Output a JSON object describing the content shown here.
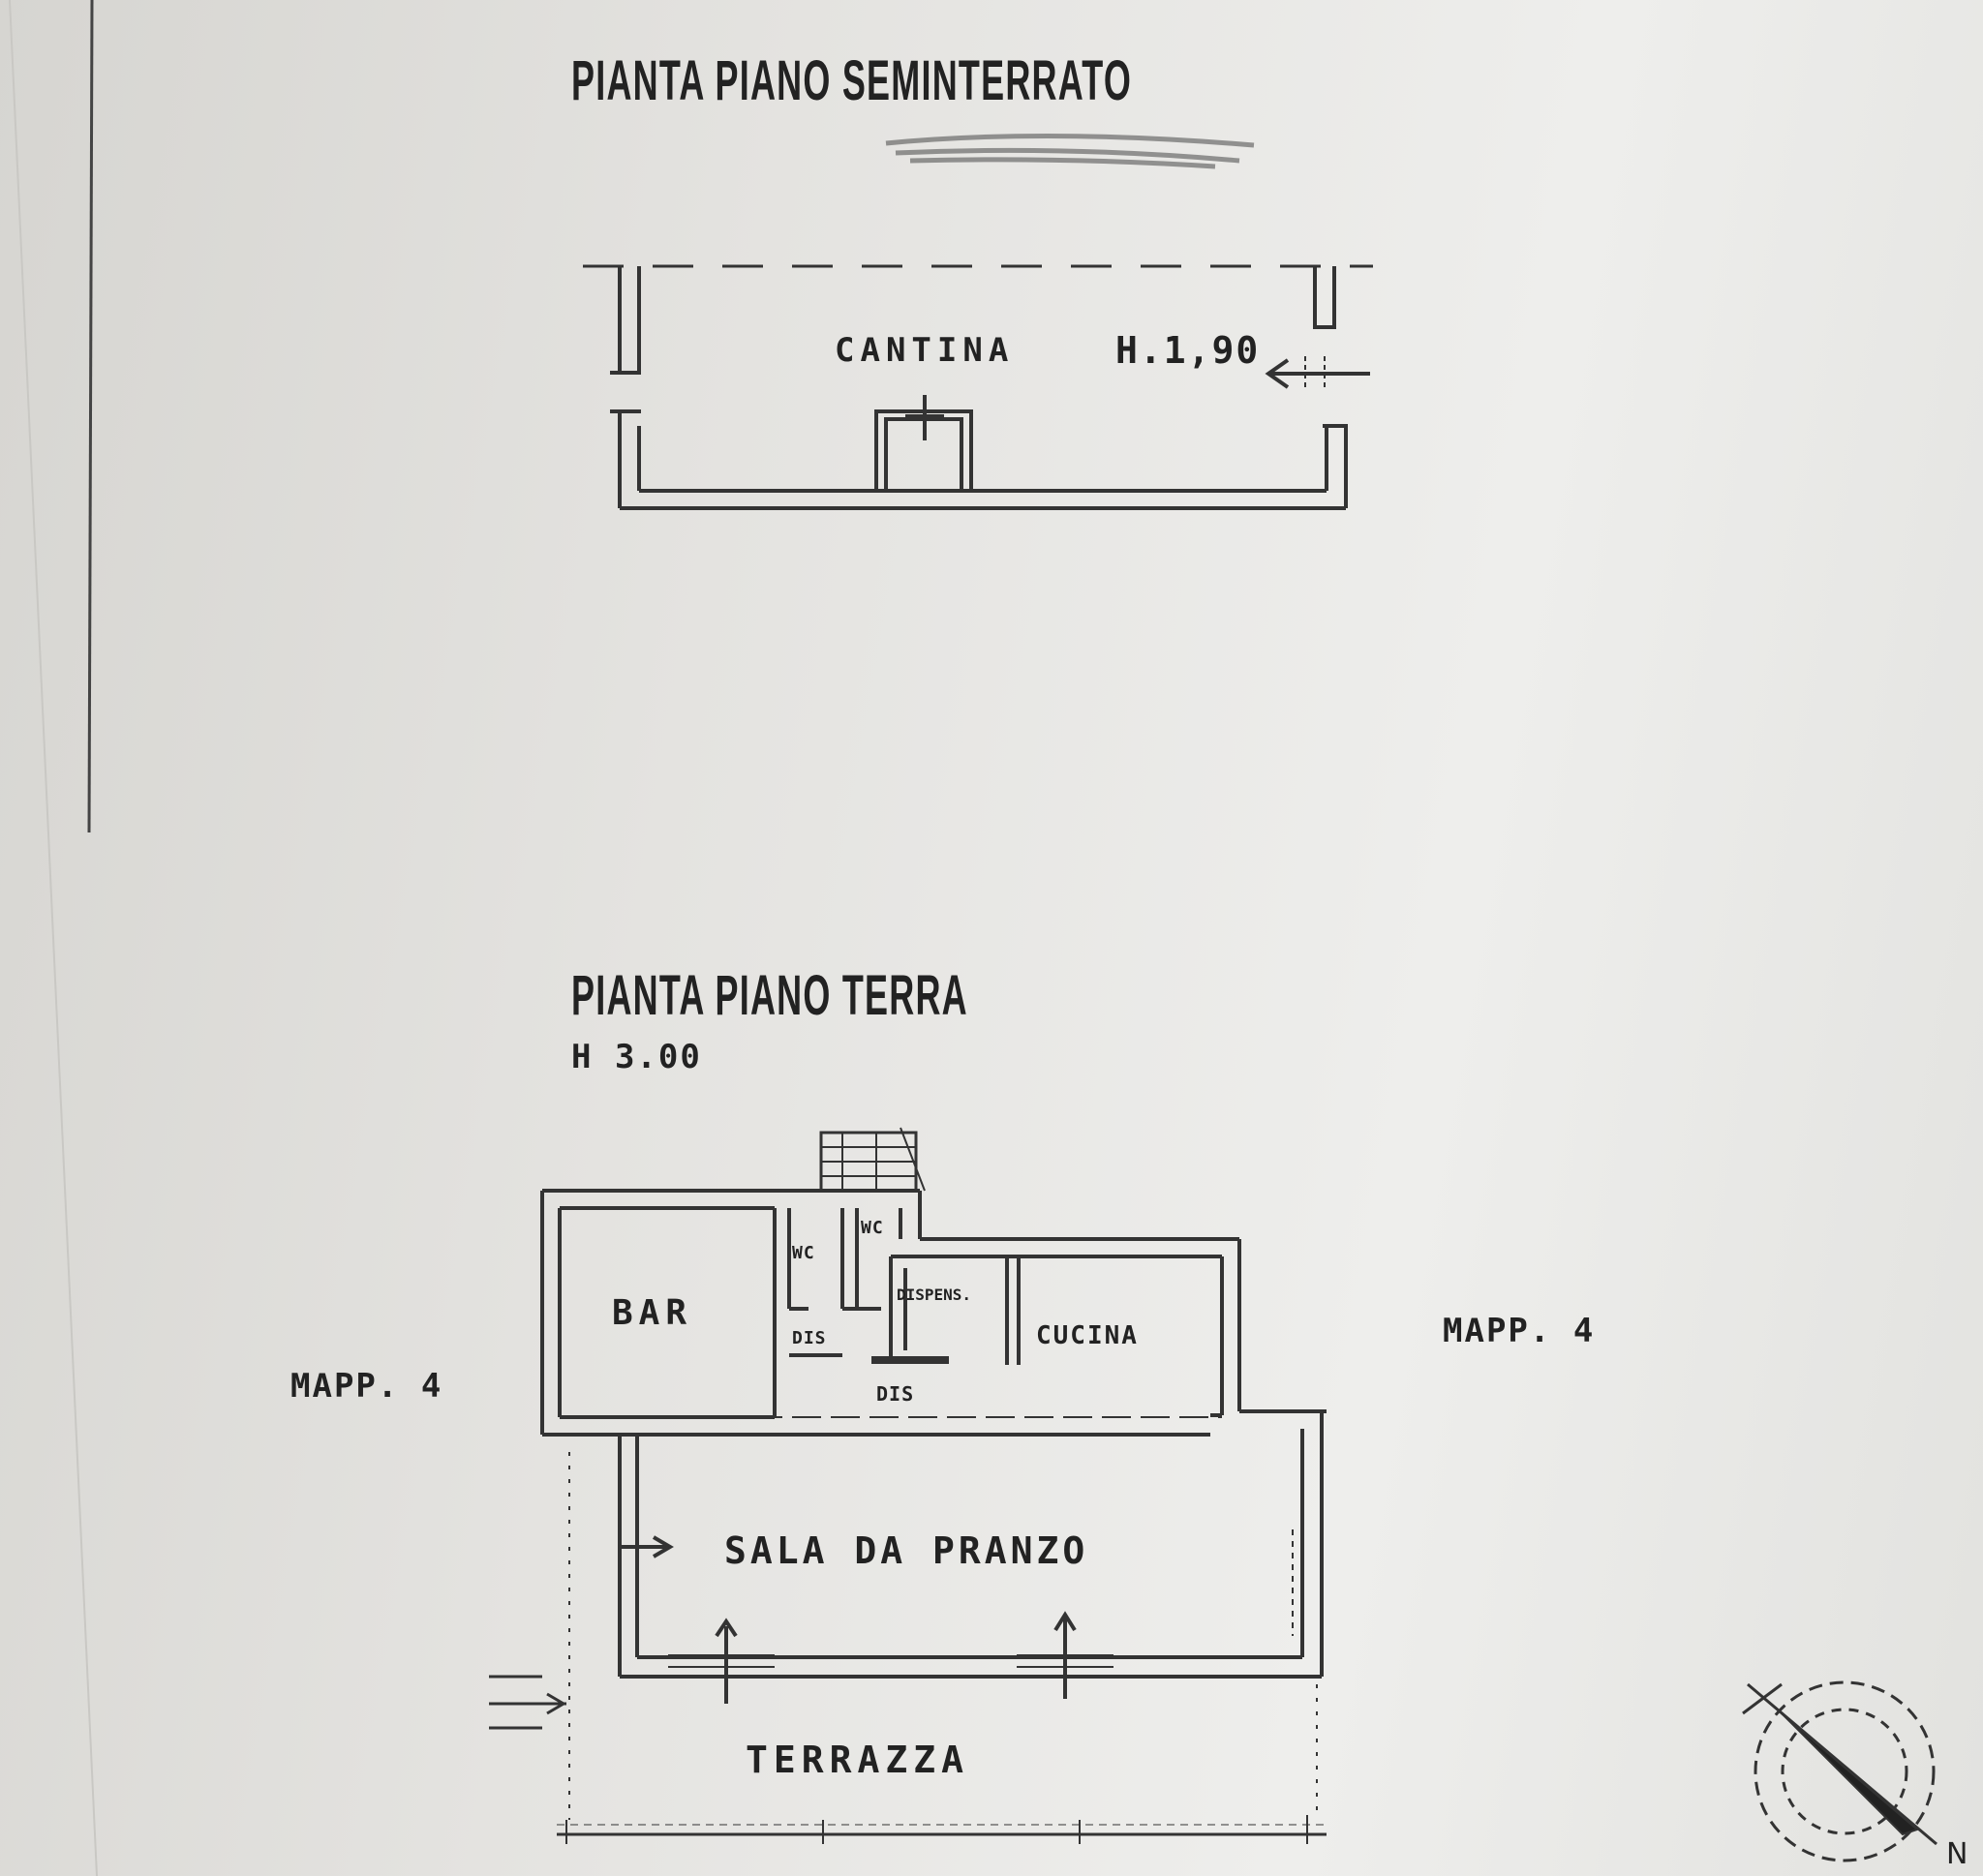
{
  "basement": {
    "title": "PIANTA PIANO SEMINTERRATO",
    "room": "CANTINA",
    "height": "H.1,90"
  },
  "ground": {
    "title": "PIANTA PIANO TERRA",
    "height": "H 3.00",
    "rooms": {
      "bar": "BAR",
      "wc1": "WC",
      "wc2": "WC",
      "dis1": "DIS",
      "dispensa": "DISPENS.",
      "cucina": "CUCINA",
      "dis2": "DIS",
      "sala": "SALA DA PRANZO",
      "terrazza": "TERRAZZA"
    },
    "neighbors": {
      "left": "MAPP. 4",
      "right": "MAPP. 4"
    }
  },
  "north_arrow": {
    "label": "N"
  }
}
